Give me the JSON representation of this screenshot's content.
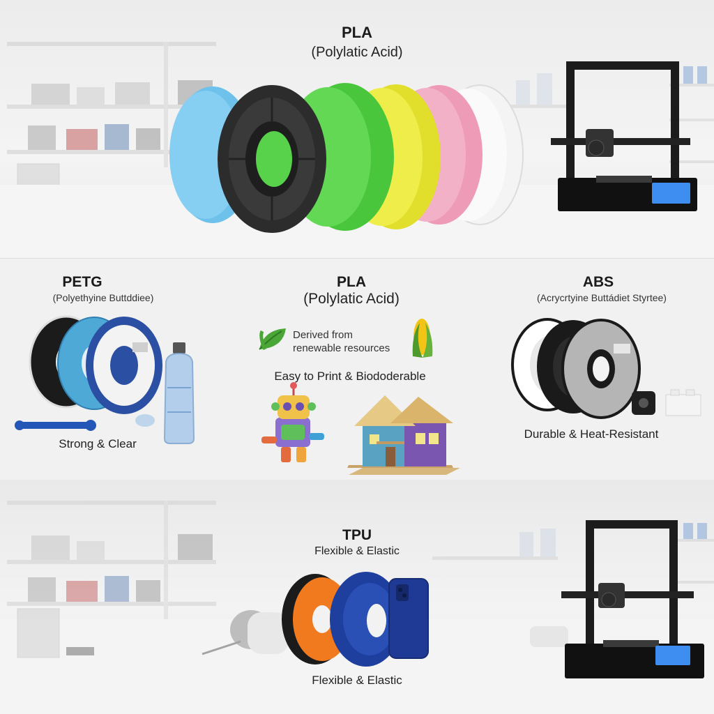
{
  "top": {
    "title": "PLA",
    "subtitle": "(Polylatic Acid)"
  },
  "petg": {
    "title": "PETG",
    "subtitle": "(Polyethyine Buttddiee)",
    "caption": "Strong & Clear"
  },
  "pla": {
    "title": "PLA",
    "subtitle": "(Polylatic Acid)",
    "feature_text": "Derived from\nrenewable resources",
    "caption": "Easy to Print & Biododerable"
  },
  "abs": {
    "title": "ABS",
    "subtitle": "(Acrycrtyine Buttádiet Styrtee)",
    "caption": "Durable & Heat-Resistant"
  },
  "tpu": {
    "title": "TPU",
    "subtitle": "Flexible & Elastic",
    "caption": "Flexible & Elastic"
  },
  "icons": [
    "leaf-icon",
    "corn-icon",
    "robot-figure",
    "house-model",
    "water-bottle",
    "wrench-tool",
    "phone-case",
    "lego-brick",
    "3d-printer",
    "filament-spool"
  ],
  "colors": {
    "pla_spools": [
      "#6ec1ea",
      "#2c2c2c",
      "#58d24a",
      "#ecea3c",
      "#ee9bb8",
      "#f4f4f4"
    ],
    "petg_spools": [
      "#1b1b1b",
      "#4fa9d6",
      "#2a4fa3"
    ],
    "abs_spools": [
      "#ffffff",
      "#1a1a1a",
      "#b5b5b5"
    ],
    "tpu_spools": [
      "#f27a1e",
      "#1f3f9e"
    ],
    "printer_screen": "#3d8ef0"
  }
}
